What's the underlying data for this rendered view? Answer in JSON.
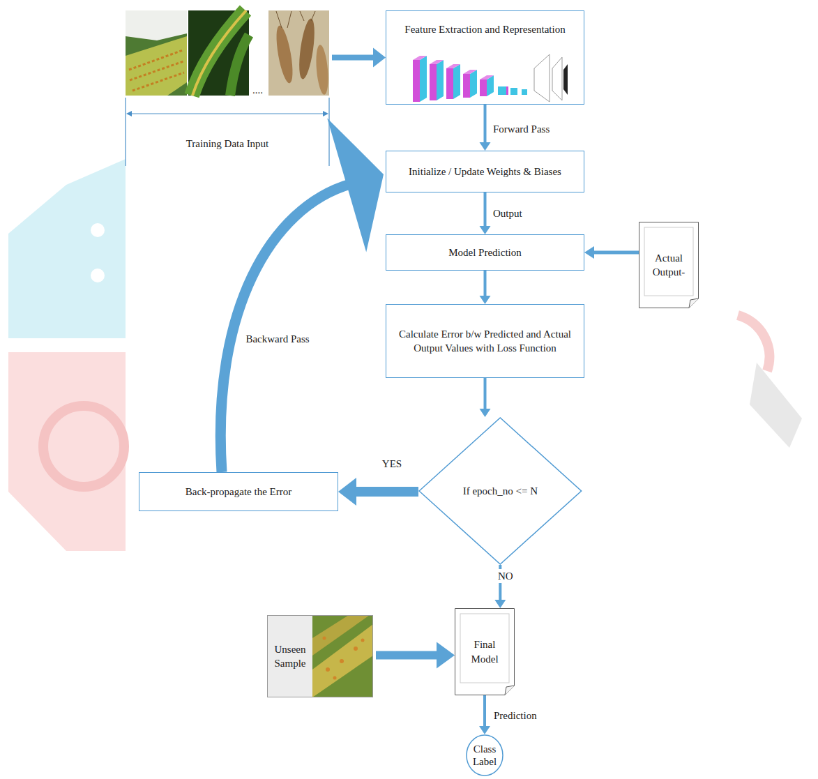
{
  "diagram": {
    "nodes": [
      {
        "text": [
          "....",
          "Training Data Input"
        ]
      },
      {
        "text": [
          "Feature Extraction and Representation"
        ]
      },
      {
        "text": [
          "Initialize / Update Weights & Biases"
        ]
      },
      {
        "text": [
          "Model Prediction"
        ]
      },
      {
        "text": [
          "Actual Output-"
        ]
      },
      {
        "text": [
          "Calculate Error b/w Predicted and Actual Output Values with Loss Function"
        ]
      },
      {
        "text": [
          "If epoch_no <= N"
        ]
      },
      {
        "text": [
          "Back-propagate the Error"
        ]
      },
      {
        "text": [
          "Unseen Sample"
        ]
      },
      {
        "text": [
          "Final Model"
        ]
      },
      {
        "text": [
          "Class Label"
        ]
      }
    ],
    "edges": [
      {
        "from": 0,
        "to": 1,
        "arrow": "to"
      },
      {
        "from": 1,
        "to": 2,
        "label": "Forward Pass",
        "arrow": "to"
      },
      {
        "from": 2,
        "to": 3,
        "label": "Output",
        "arrow": "to"
      },
      {
        "from": 4,
        "to": 3,
        "arrow": "to"
      },
      {
        "from": 3,
        "to": 5,
        "arrow": "to"
      },
      {
        "from": 5,
        "to": 6,
        "arrow": "to"
      },
      {
        "from": 6,
        "to": 7,
        "label": "YES",
        "arrow": "to"
      },
      {
        "from": 7,
        "to": 2,
        "label": "Backward Pass",
        "arrow": "to"
      },
      {
        "from": 6,
        "to": 9,
        "label": "NO",
        "arrow": "to"
      },
      {
        "from": 8,
        "to": 9,
        "arrow": "to"
      },
      {
        "from": 9,
        "to": 10,
        "label": "Prediction",
        "arrow": "to"
      }
    ]
  }
}
